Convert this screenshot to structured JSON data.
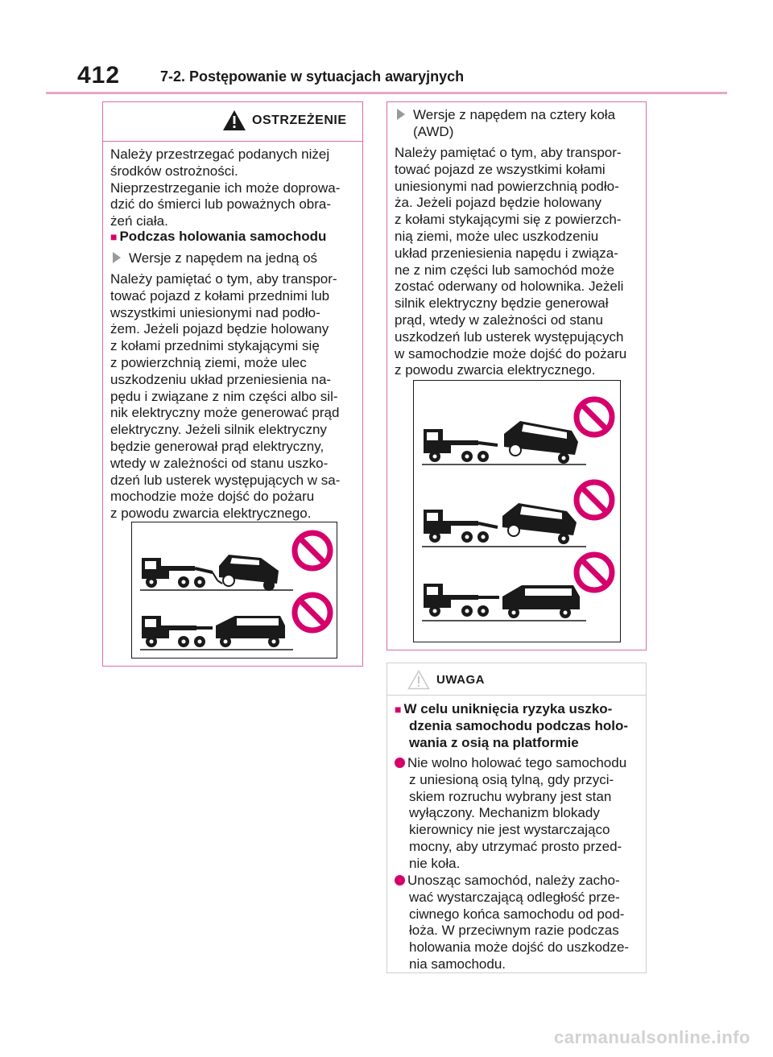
{
  "header": {
    "page_number": "412",
    "section_title": "7-2. Postępowanie w sytuacjach awaryjnych"
  },
  "warning": {
    "title": "OSTRZEŻENIE",
    "intro": [
      "Należy przestrzegać podanych niżej",
      "środków ostrożności.",
      "Nieprzestrzeganie ich może doprowa-",
      "dzić do śmierci lub poważnych obra-",
      "żeń ciała."
    ],
    "subheading": "Podczas holowania samochodu",
    "variant_2wd": "Wersje z napędem na jedną oś",
    "text_2wd": [
      "Należy pamiętać o tym, aby transpor-",
      "tować pojazd z kołami przednimi lub",
      "wszystkimi uniesionymi nad podło-",
      "żem. Jeżeli pojazd będzie holowany",
      "z kołami przednimi stykającymi się",
      "z powierzchnią ziemi, może ulec",
      "uszkodzeniu układ przeniesienia na-",
      "pędu i związane z nim części albo sil-",
      "nik elektryczny może generować prąd",
      "elektryczny. Jeżeli silnik elektryczny",
      "będzie generował prąd elektryczny,",
      "wtedy w zależności od stanu uszko-",
      "dzeń lub usterek występujących w sa-",
      "mochodzie może dojść do pożaru",
      "z powodu zwarcia elektrycznego."
    ],
    "variant_awd": [
      "Wersje z napędem na cztery koła",
      "(AWD)"
    ],
    "text_awd": [
      "Należy pamiętać o tym, aby transpor-",
      "tować pojazd ze wszystkimi kołami",
      "uniesionymi nad powierzchnią podło-",
      "ża. Jeżeli pojazd będzie holowany",
      "z kołami stykającymi się z powierzch-",
      "nią ziemi, może ulec uszkodzeniu",
      "układ przeniesienia napędu i związa-",
      "ne z nim części lub samochód może",
      "zostać oderwany od holownika. Jeżeli",
      "silnik elektryczny będzie generował",
      "prąd, wtedy w zależności od stanu",
      "uszkodzeń lub usterek występujących",
      "w samochodzie może dojść do pożaru",
      "z powodu zwarcia elektrycznego."
    ]
  },
  "note": {
    "title": "UWAGA",
    "subheading": [
      "W celu uniknięcia ryzyka uszko-",
      "dzenia samochodu podczas holo-",
      "wania z osią na platformie"
    ],
    "bullet1": [
      "Nie wolno holować tego samochodu",
      "z uniesioną osią tylną, gdy przyci-",
      "skiem rozruchu wybrany jest stan",
      "wyłączony. Mechanizm blokady",
      "kierownicy nie jest wystarczająco",
      "mocny, aby utrzymać prosto przed-",
      "nie koła."
    ],
    "bullet2": [
      "Unosząc samochód, należy zacho-",
      "wać wystarczającą odległość prze-",
      "ciwnego końca samochodu od pod-",
      "łoża. W przeciwnym razie podczas",
      "holowania może dojść do uszkodze-",
      "nia samochodu."
    ]
  },
  "colors": {
    "accent": "#d6006d",
    "border": "#e06aa4",
    "rule": "#e8a6c6",
    "prohibit": "#d6006d"
  },
  "watermark": "carmanualsonline.info"
}
